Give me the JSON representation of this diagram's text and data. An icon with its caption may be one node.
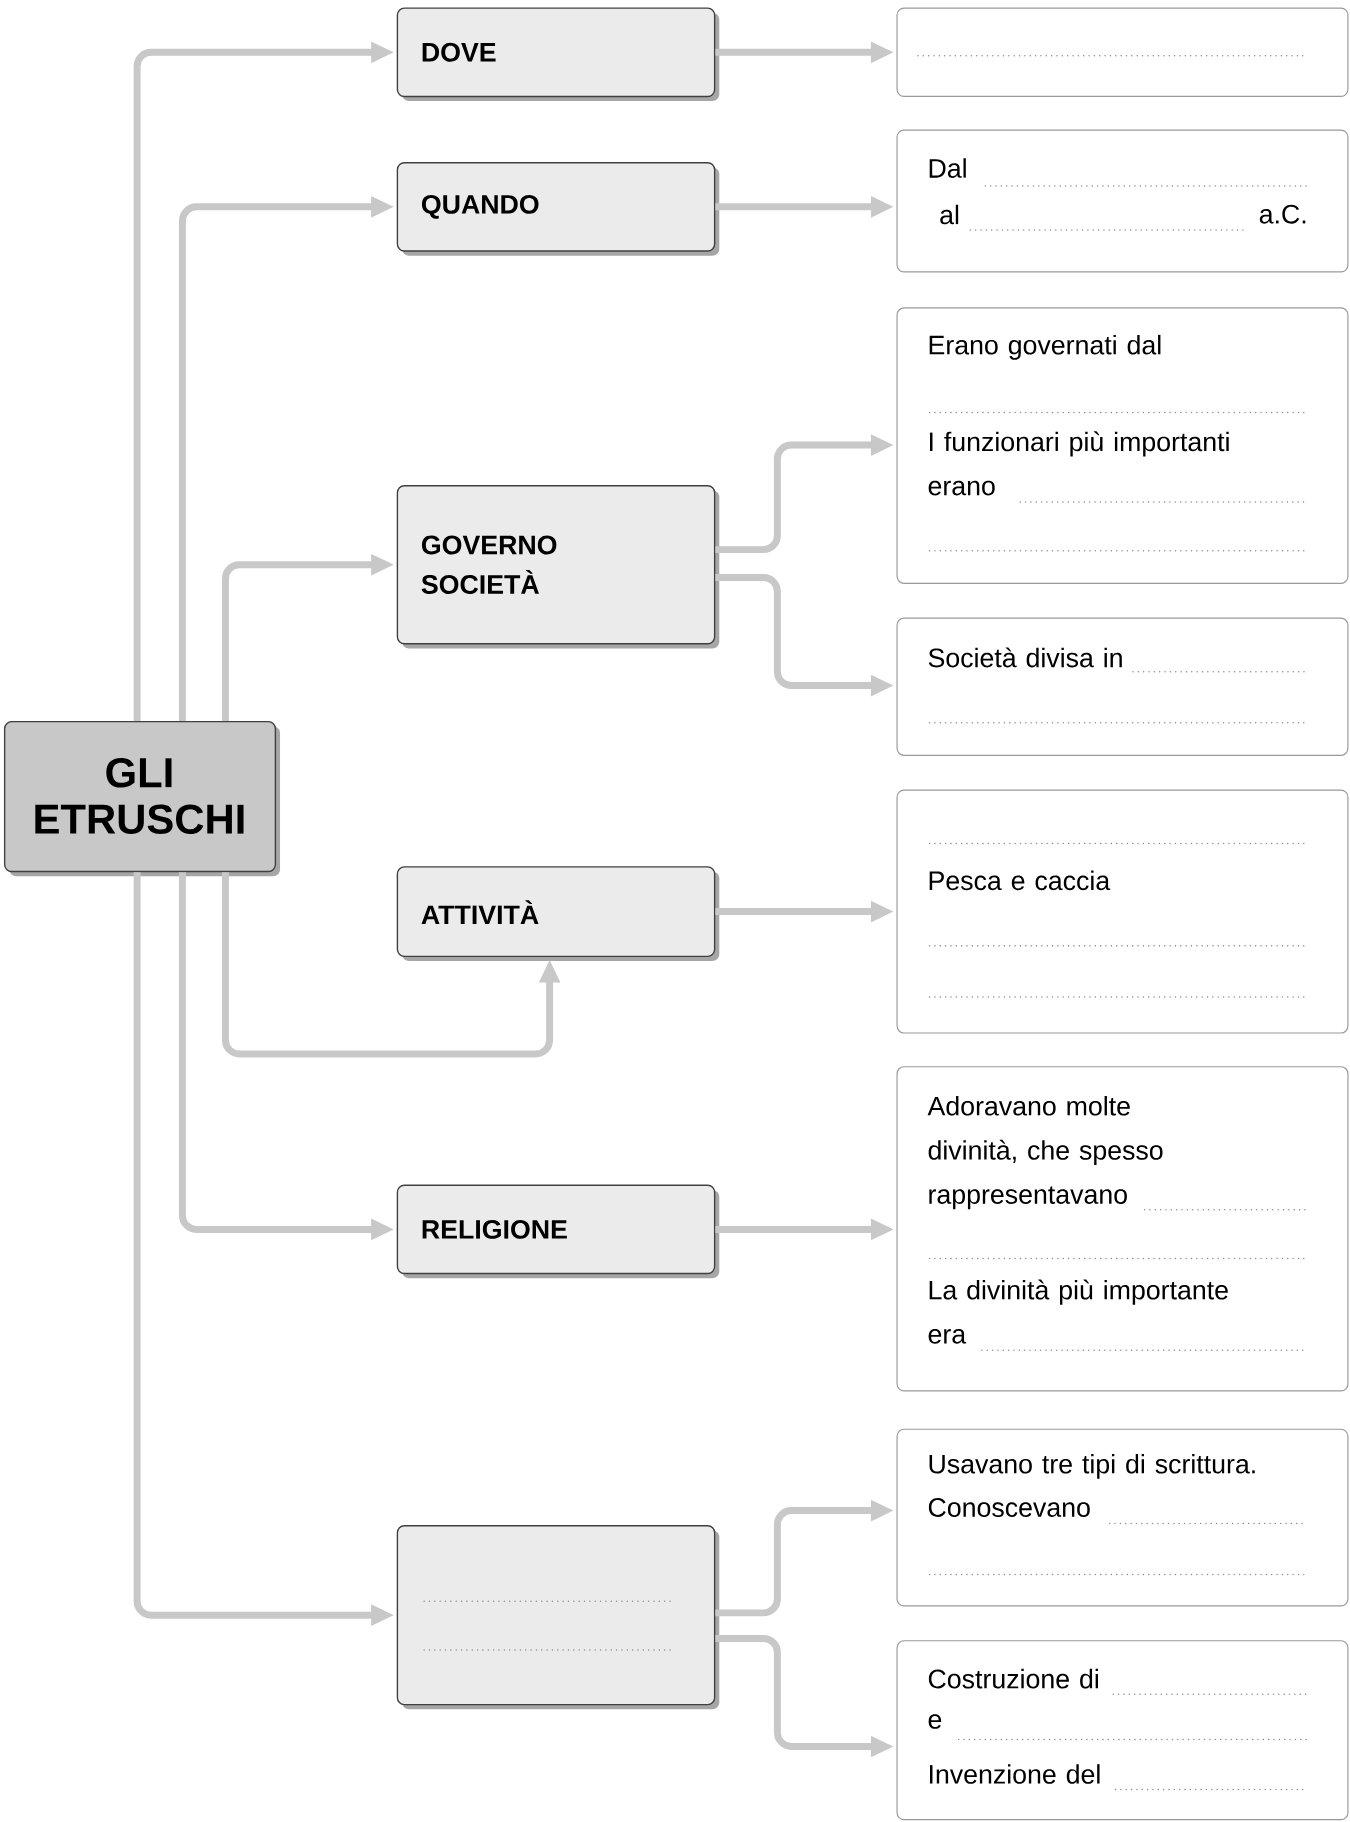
{
  "diagram": {
    "nodes": [
      {
        "text": [
          "GLI ETRUSCHI"
        ]
      },
      {
        "text": [
          "DOVE"
        ]
      },
      {
        "text": [
          "QUANDO"
        ]
      },
      {
        "text": [
          "GOVERNO SOCIETÀ"
        ]
      },
      {
        "text": [
          "ATTIVITÀ"
        ]
      },
      {
        "text": [
          "RELIGIONE"
        ]
      },
      {
        "text": [],
        "shape": "box"
      },
      {
        "text": [],
        "shape": "box"
      },
      {
        "text": [
          "Dal",
          "al",
          "a.C."
        ]
      },
      {
        "text": [
          "Erano governati dal",
          "I funzionari più importanti erano"
        ]
      },
      {
        "text": [
          "Società divisa in"
        ]
      },
      {
        "text": [
          "Pesca e caccia"
        ]
      },
      {
        "text": [
          "Adoravano molte divinità, che spesso rappresentavano",
          "La divinità più importante era"
        ]
      },
      {
        "text": [
          "Usavano tre tipi di scrittura.",
          "Conoscevano"
        ]
      },
      {
        "text": [
          "Costruzione di",
          "e",
          "Invenzione del"
        ]
      }
    ],
    "edges": [
      {
        "from": 0,
        "to": 1,
        "arrow": "to"
      },
      {
        "from": 0,
        "to": 2,
        "arrow": "to"
      },
      {
        "from": 0,
        "to": 3,
        "arrow": "to"
      },
      {
        "from": 0,
        "to": 4,
        "arrow": "to"
      },
      {
        "from": 0,
        "to": 5,
        "arrow": "to"
      },
      {
        "from": 0,
        "to": 6,
        "arrow": "to"
      },
      {
        "from": 1,
        "to": 7,
        "arrow": "to"
      },
      {
        "from": 2,
        "to": 8,
        "arrow": "to"
      },
      {
        "from": 3,
        "to": 9,
        "arrow": "to"
      },
      {
        "from": 3,
        "to": 10,
        "arrow": "to"
      },
      {
        "from": 4,
        "to": 11,
        "arrow": "to"
      },
      {
        "from": 5,
        "to": 12,
        "arrow": "to"
      },
      {
        "from": 6,
        "to": 13,
        "arrow": "to"
      },
      {
        "from": 6,
        "to": 14,
        "arrow": "to"
      }
    ]
  }
}
